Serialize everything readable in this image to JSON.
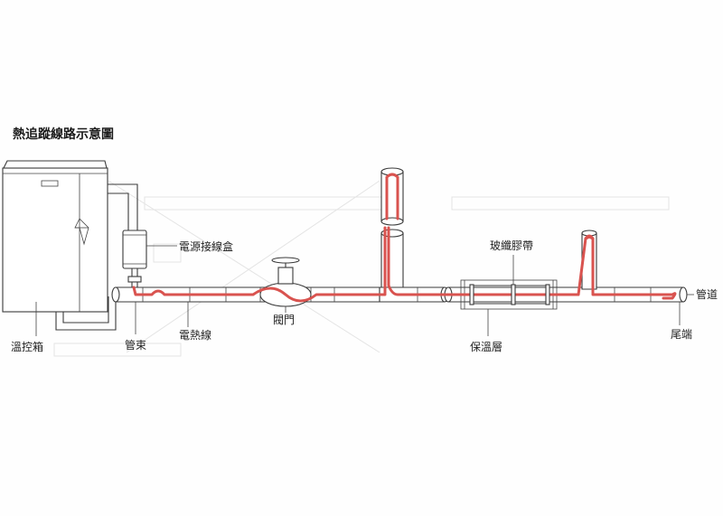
{
  "title": "熱追蹤線路示意圖",
  "labels": {
    "control_box": "溫控箱",
    "junction_box": "電源接線盒",
    "pipe_clamp": "管束",
    "heating_cable": "電熱線",
    "valve": "閥門",
    "glass_tape": "玻纖膠帶",
    "insulation": "保溫層",
    "end_terminal": "尾端",
    "pipe": "管道"
  },
  "colors": {
    "heating_cable": "#d9534f",
    "line": "#3a3a3a",
    "background": "#fefefe"
  }
}
